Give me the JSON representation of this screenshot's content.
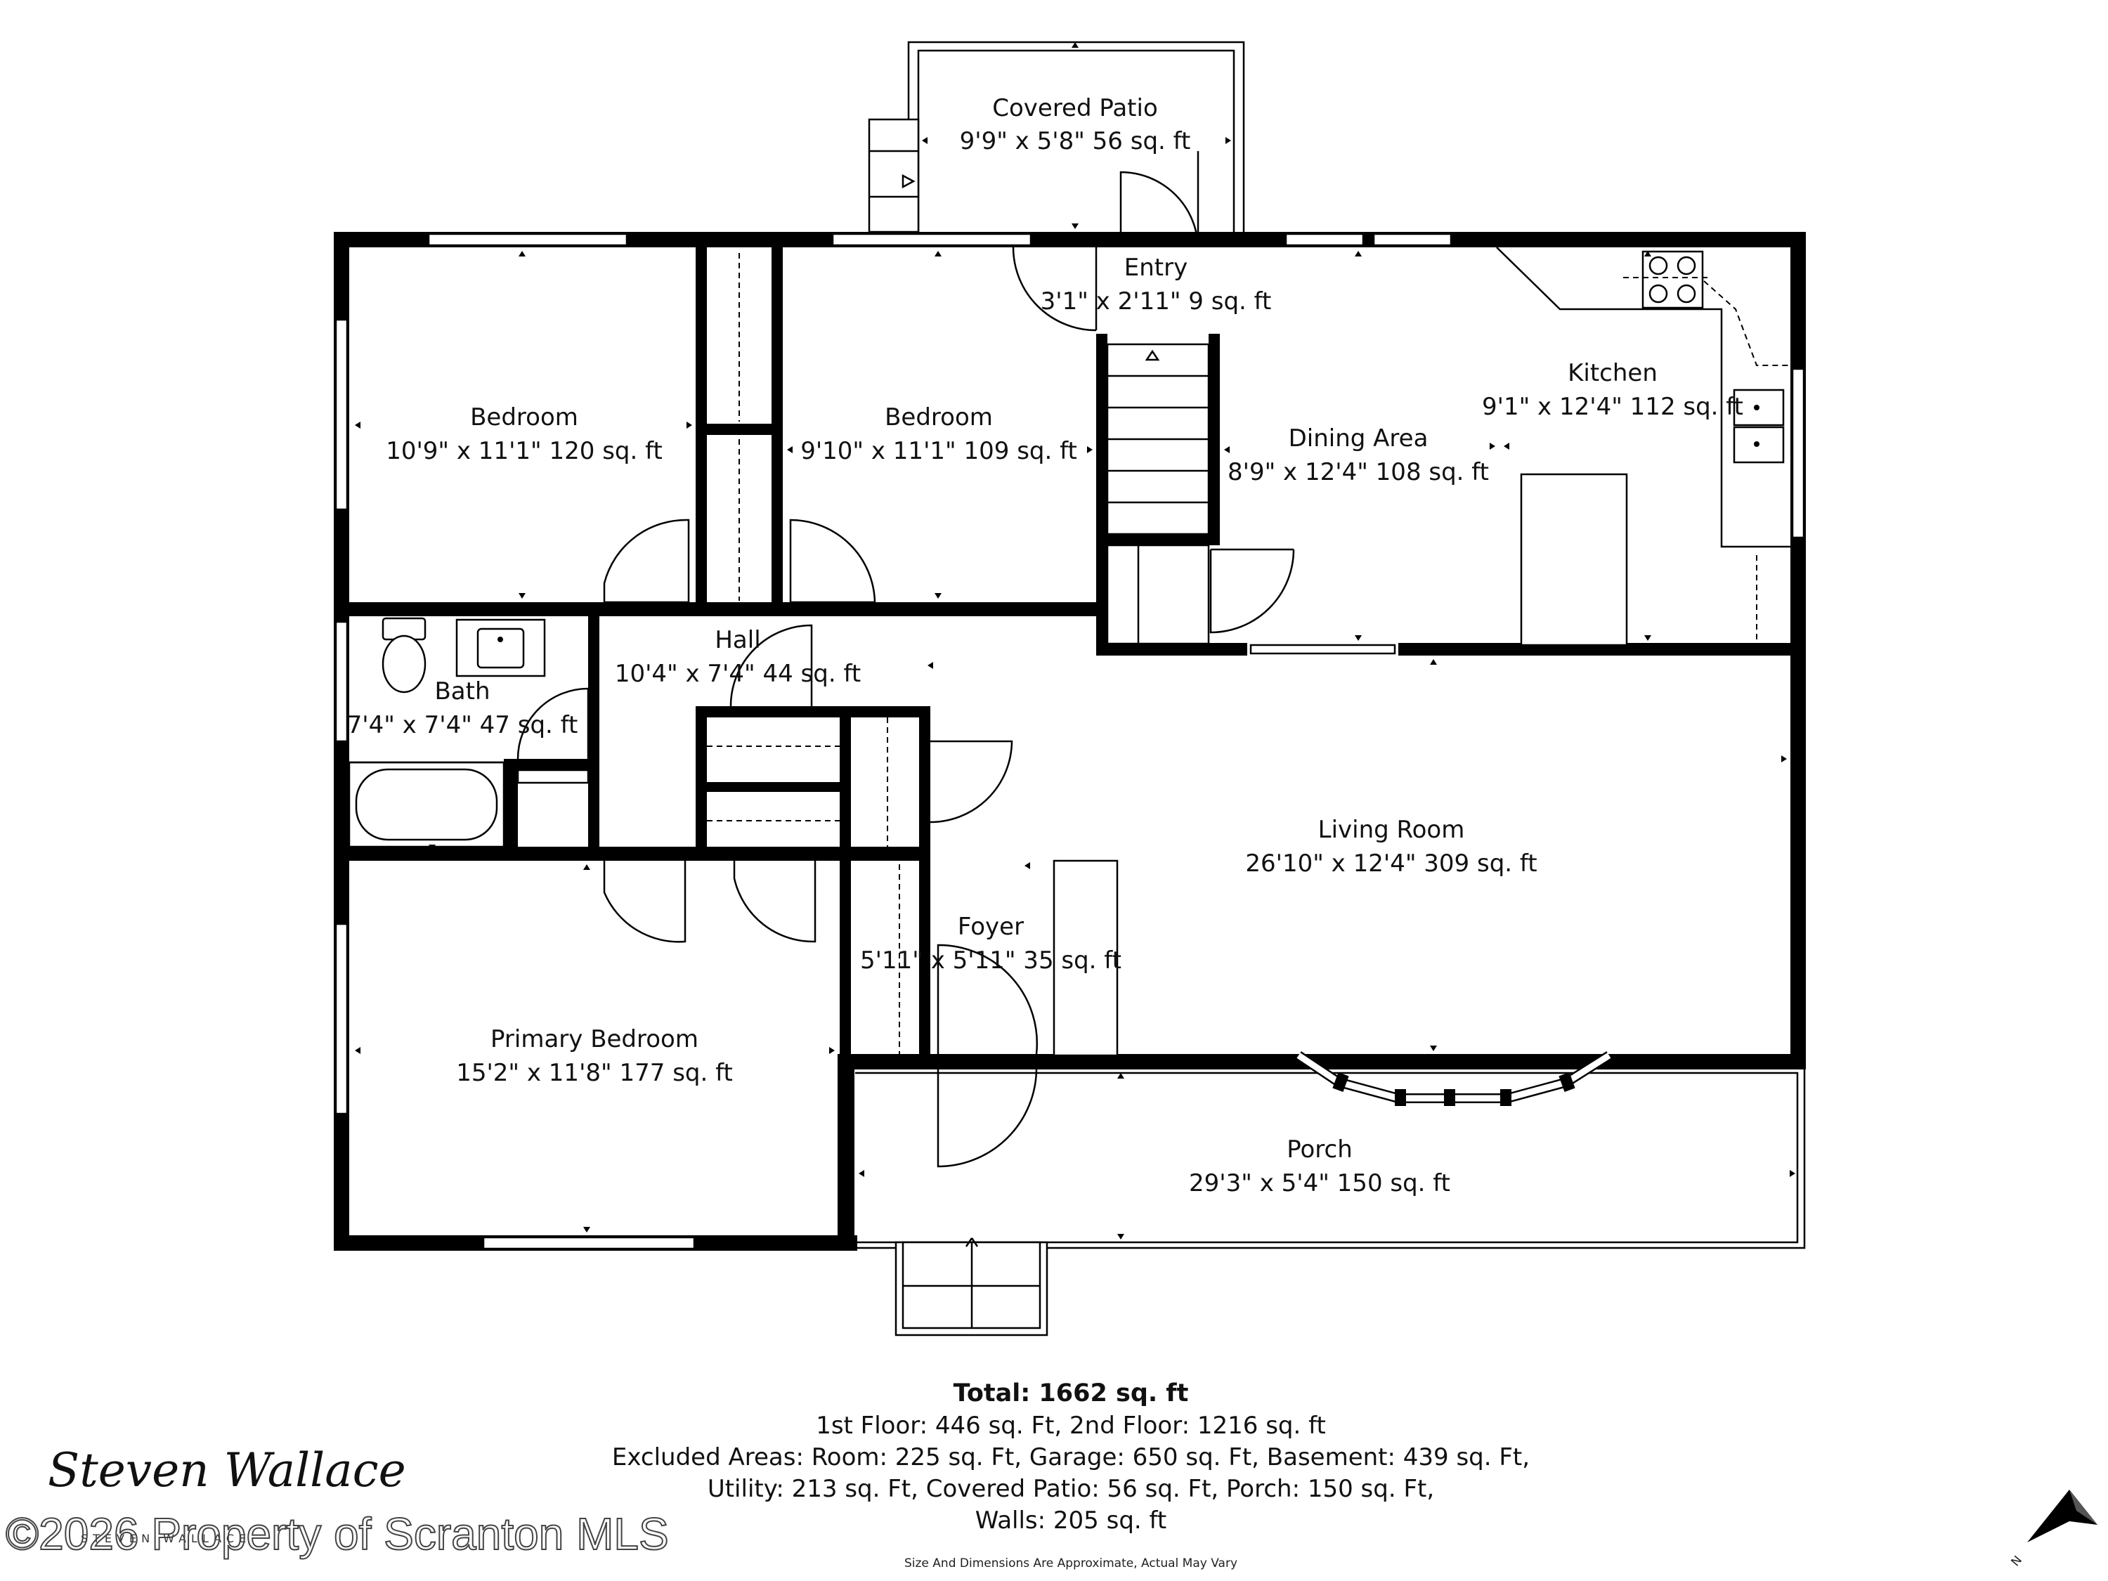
{
  "rooms": {
    "covered_patio": {
      "name": "Covered Patio",
      "dims": "9'9\" x 5'8\" 56 sq. ft"
    },
    "entry": {
      "name": "Entry",
      "dims": "3'1\" x 2'11\" 9 sq. ft"
    },
    "bedroom_1": {
      "name": "Bedroom",
      "dims": "10'9\" x 11'1\" 120 sq. ft"
    },
    "bedroom_2": {
      "name": "Bedroom",
      "dims": "9'10\" x 11'1\" 109 sq. ft"
    },
    "dining_area": {
      "name": "Dining Area",
      "dims": "8'9\" x 12'4\" 108 sq. ft"
    },
    "kitchen": {
      "name": "Kitchen",
      "dims": "9'1\" x 12'4\" 112 sq. ft"
    },
    "hall": {
      "name": "Hall",
      "dims": "10'4\" x 7'4\" 44 sq. ft"
    },
    "bath": {
      "name": "Bath",
      "dims": "7'4\" x 7'4\" 47 sq. ft"
    },
    "living_room": {
      "name": "Living Room",
      "dims": "26'10\" x 12'4\" 309 sq. ft"
    },
    "foyer": {
      "name": "Foyer",
      "dims": "5'11\" x 5'11\" 35 sq. ft"
    },
    "primary_bedroom": {
      "name": "Primary Bedroom",
      "dims": "15'2\" x 11'8\" 177 sq. ft"
    },
    "porch": {
      "name": "Porch",
      "dims": "29'3\" x 5'4\" 150 sq. ft"
    }
  },
  "totals": {
    "total": "Total: 1662 sq. ft",
    "line1": "1st Floor: 446 sq. Ft, 2nd Floor: 1216 sq. ft",
    "line2": "Excluded Areas: Room: 225 sq. Ft, Garage: 650 sq. Ft, Basement: 439 sq. Ft,",
    "line3": "Utility: 213 sq. Ft, Covered Patio: 56 sq. Ft, Porch: 150 sq. Ft,",
    "line4": "Walls: 205 sq. ft"
  },
  "disclaimer": "Size And Dimensions Are Approximate, Actual May Vary",
  "signature": {
    "name": "Steven Wallace",
    "sub": "STEVEN WALLACE"
  },
  "watermark": "©2026 Property of Scranton MLS",
  "compass": {
    "icon": "north-arrow-icon",
    "label": "N"
  }
}
